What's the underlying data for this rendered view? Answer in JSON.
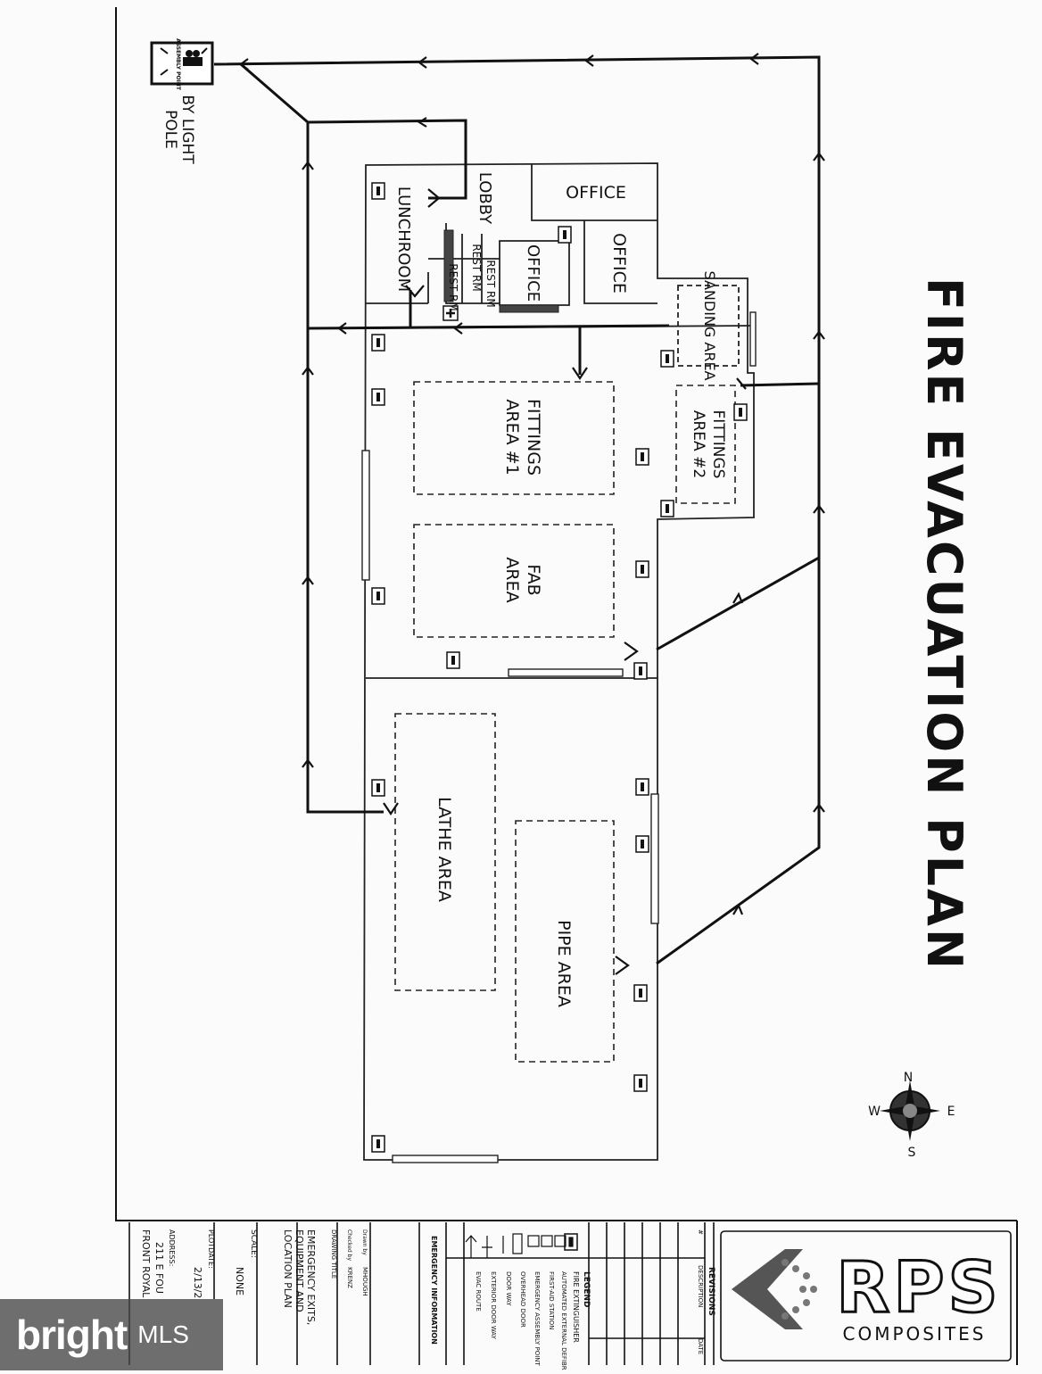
{
  "title": "FIRE EVACUATION PLAN",
  "rooms": {
    "office_top": "OFFICE",
    "office_mid": "OFFICE",
    "office_small": "OFFICE",
    "lobby": "LOBBY",
    "lunchroom": "LUNCHROOM",
    "rest_rm_1": "REST RM",
    "rest_rm_2": "REST RM",
    "rest_rm_3": "REST RM",
    "sanding": "SANDING AREA",
    "fittings_1_line1": "FITTINGS",
    "fittings_1_line2": "AREA #1",
    "fittings_2_line1": "FITTINGS",
    "fittings_2_line2": "AREA #2",
    "fab_line1": "FAB",
    "fab_line2": "AREA",
    "lathe": "LATHE AREA",
    "pipe": "PIPE AREA"
  },
  "assembly": {
    "label_line1": "BY LIGHT",
    "label_line2": "POLE",
    "sign_text": "ASSEMBLY POINT"
  },
  "compass": {
    "n": "N",
    "e": "E",
    "s": "S",
    "w": "W"
  },
  "title_block": {
    "company": "RPS",
    "company_sub": "COMPOSITES",
    "revisions_header": "REVISIONS",
    "rev_col_num": "#",
    "rev_col_desc": "DESCRIPTION",
    "rev_col_date": "DATE",
    "legend_header": "LEGEND",
    "legend_items": [
      "FIRE EXTINGUISHER",
      "AUTOMATED EXTERNAL DEFIBRILLATOR",
      "FIRST-AID STATION",
      "EMERGENCY ASSEMBLY POINT",
      "OVERHEAD DOOR",
      "DOOR WAY",
      "EXTERIOR DOOR WAY",
      "EVAC ROUTE"
    ],
    "emergency_info": "EMERGENCY INFORMATION",
    "drawing_title_label": "DRAWING TITLE",
    "drawing_title_1": "EMERGENCY EXITS,",
    "drawing_title_2": "EQUIPMENT AND",
    "drawing_title_3": "LOCATION PLAN",
    "drawn_by": "Drawn by",
    "drawn_by_value": "MHOUGH",
    "checked_by": "Checked by",
    "checked_by_value": "KRENZ",
    "scale_label": "SCALE:",
    "scale_value": "NONE",
    "plotdate_label": "PLOTDATE:",
    "plotdate_value": "2/13/2",
    "address_label": "ADDRESS:",
    "address_1": "211 E FOU",
    "address_2": "FRONT ROYAL"
  },
  "watermark": {
    "brand": "bright",
    "suffix": "MLS"
  }
}
